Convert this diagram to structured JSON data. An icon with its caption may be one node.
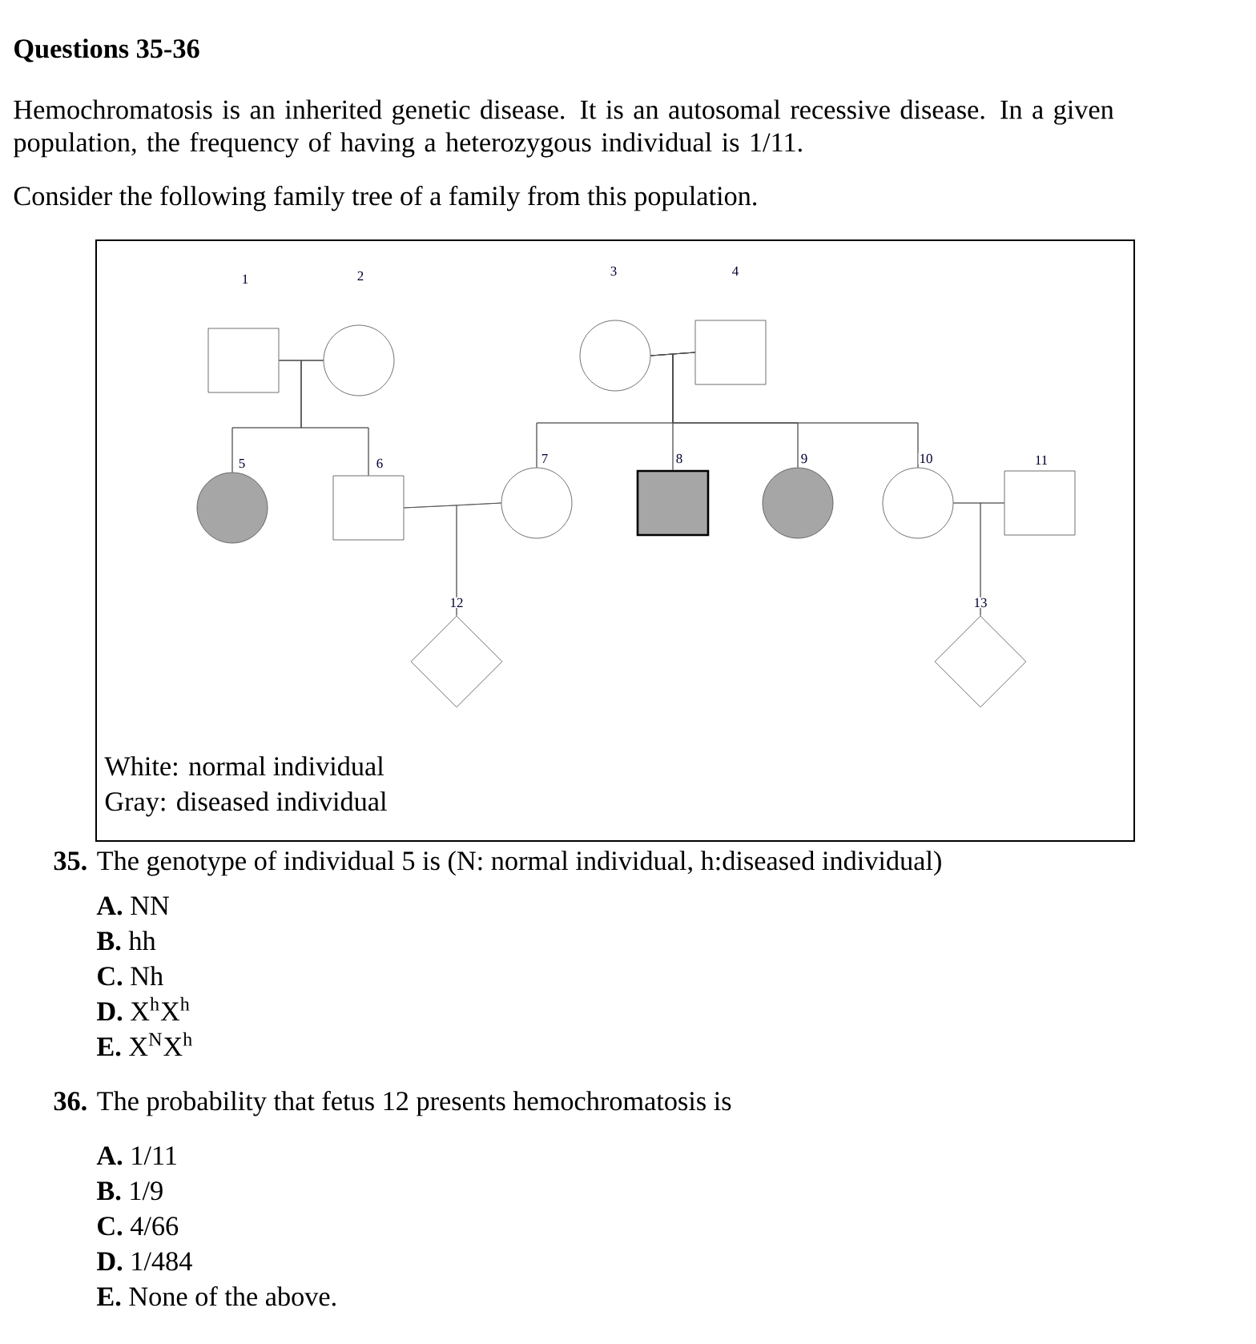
{
  "diagram": {
    "title": "Questions 35-36",
    "nodes": [
      {
        "text": [
          "White: normal individual",
          "Gray: diseased individual"
        ]
      },
      {
        "text": [],
        "shape": "box",
        "in": 0,
        "beside": [
          "1"
        ]
      },
      {
        "text": [],
        "shape": "circle",
        "in": 0,
        "beside": [
          "2"
        ]
      },
      {
        "text": [],
        "shape": "circle",
        "in": 0,
        "beside": [
          "3"
        ]
      },
      {
        "text": [],
        "shape": "box",
        "in": 0,
        "beside": [
          "4"
        ]
      },
      {
        "text": [],
        "shape": "circle",
        "in": 0,
        "beside": [
          "5"
        ]
      },
      {
        "text": [],
        "shape": "box",
        "in": 0,
        "beside": [
          "6"
        ]
      },
      {
        "text": [],
        "shape": "circle",
        "in": 0,
        "beside": [
          "7"
        ]
      },
      {
        "text": [],
        "shape": "box",
        "in": 0,
        "beside": [
          "8"
        ]
      },
      {
        "text": [],
        "shape": "circle",
        "in": 0,
        "beside": [
          "9"
        ]
      },
      {
        "text": [],
        "shape": "circle",
        "in": 0,
        "beside": [
          "10"
        ]
      },
      {
        "text": [],
        "shape": "box",
        "in": 0,
        "beside": [
          "11"
        ]
      },
      {
        "text": [],
        "shape": "diamond",
        "in": 0,
        "beside": [
          "12"
        ]
      },
      {
        "text": [],
        "shape": "diamond",
        "in": 0,
        "beside": [
          "13"
        ]
      }
    ],
    "edges": [
      {
        "from": 1,
        "to": 2,
        "arrow": "none"
      },
      {
        "from": 1,
        "to": 5,
        "arrow": "none"
      },
      {
        "from": 2,
        "to": 5,
        "arrow": "none"
      },
      {
        "from": 1,
        "to": 6,
        "arrow": "none"
      },
      {
        "from": 2,
        "to": 6,
        "arrow": "none"
      },
      {
        "from": 3,
        "to": 4,
        "arrow": "none"
      },
      {
        "from": 3,
        "to": 7,
        "arrow": "none"
      },
      {
        "from": 4,
        "to": 7,
        "arrow": "none"
      },
      {
        "from": 3,
        "to": 8,
        "arrow": "none"
      },
      {
        "from": 4,
        "to": 8,
        "arrow": "none"
      },
      {
        "from": 3,
        "to": 9,
        "arrow": "none"
      },
      {
        "from": 4,
        "to": 9,
        "arrow": "none"
      },
      {
        "from": 3,
        "to": 10,
        "arrow": "none"
      },
      {
        "from": 4,
        "to": 10,
        "arrow": "none"
      },
      {
        "from": 6,
        "to": 7,
        "arrow": "none"
      },
      {
        "from": 6,
        "to": 12,
        "arrow": "none"
      },
      {
        "from": 7,
        "to": 12,
        "arrow": "none"
      },
      {
        "from": 10,
        "to": 11,
        "arrow": "none"
      },
      {
        "from": 10,
        "to": 13,
        "arrow": "none"
      },
      {
        "from": 11,
        "to": 13,
        "arrow": "none"
      }
    ],
    "labels": [
      "Hemochromatosis is an inherited genetic disease. It is an autosomal recessive disease. In a given population, the frequency of having a heterozygous individual is 1/11.",
      "Consider the following family tree of a family from this population.",
      "**35.** The genotype of individual 5 is (N: normal individual, h:diseased individual)",
      "**A.** NN",
      "**B.** hh",
      "**C.** Nh",
      "**D.** X$^{h}$X$^{h}$",
      "**E.** X$^{N}$X$^{h}$",
      "**36.** The probability that fetus 12 presents hemochromatosis is",
      "**A.** 1/11",
      "**B.** 1/9",
      "**C.** 4/66",
      "**D.** 1/484",
      "**E.** None of the above."
    ]
  }
}
